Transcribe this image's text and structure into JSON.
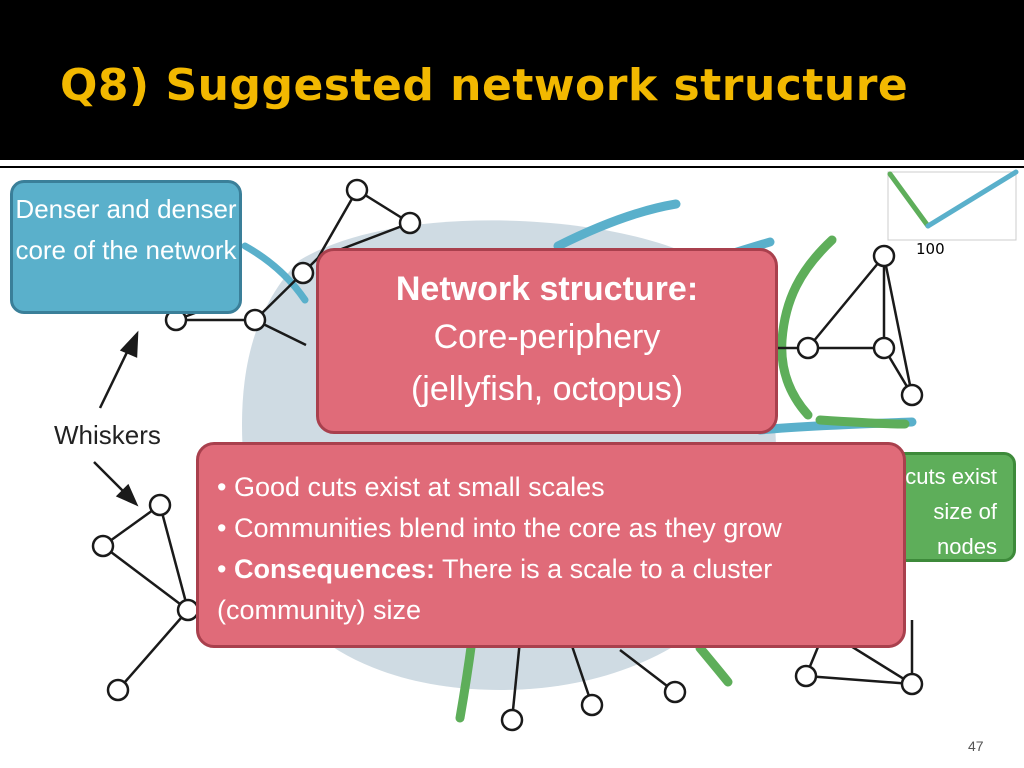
{
  "slide": {
    "title": "Q8) Suggested network structure",
    "page_number": "47"
  },
  "callouts": {
    "dense_core": "Denser and denser core of the network",
    "small_cuts": "cuts exist\nsize of\nnodes"
  },
  "labels": {
    "whiskers": "Whiskers",
    "mini_chart_tick": "100"
  },
  "network_box": {
    "heading": "Network structure:",
    "line1": "Core-periphery",
    "line2": "(jellyfish, octopus)"
  },
  "findings": {
    "bullet1": "Good cuts exist at small scales",
    "bullet2": "Communities blend into the core as they grow",
    "bullet3_bold": "Consequences:",
    "bullet3_text": " There is a scale to a cluster",
    "bullet3_cont": "(community) size"
  },
  "colors": {
    "title": "#f2b800",
    "callout_blue": "#5ab0cb",
    "callout_green": "#5eae5a",
    "callout_red": "#e06b79",
    "core_blob": "#cfdbe3"
  }
}
